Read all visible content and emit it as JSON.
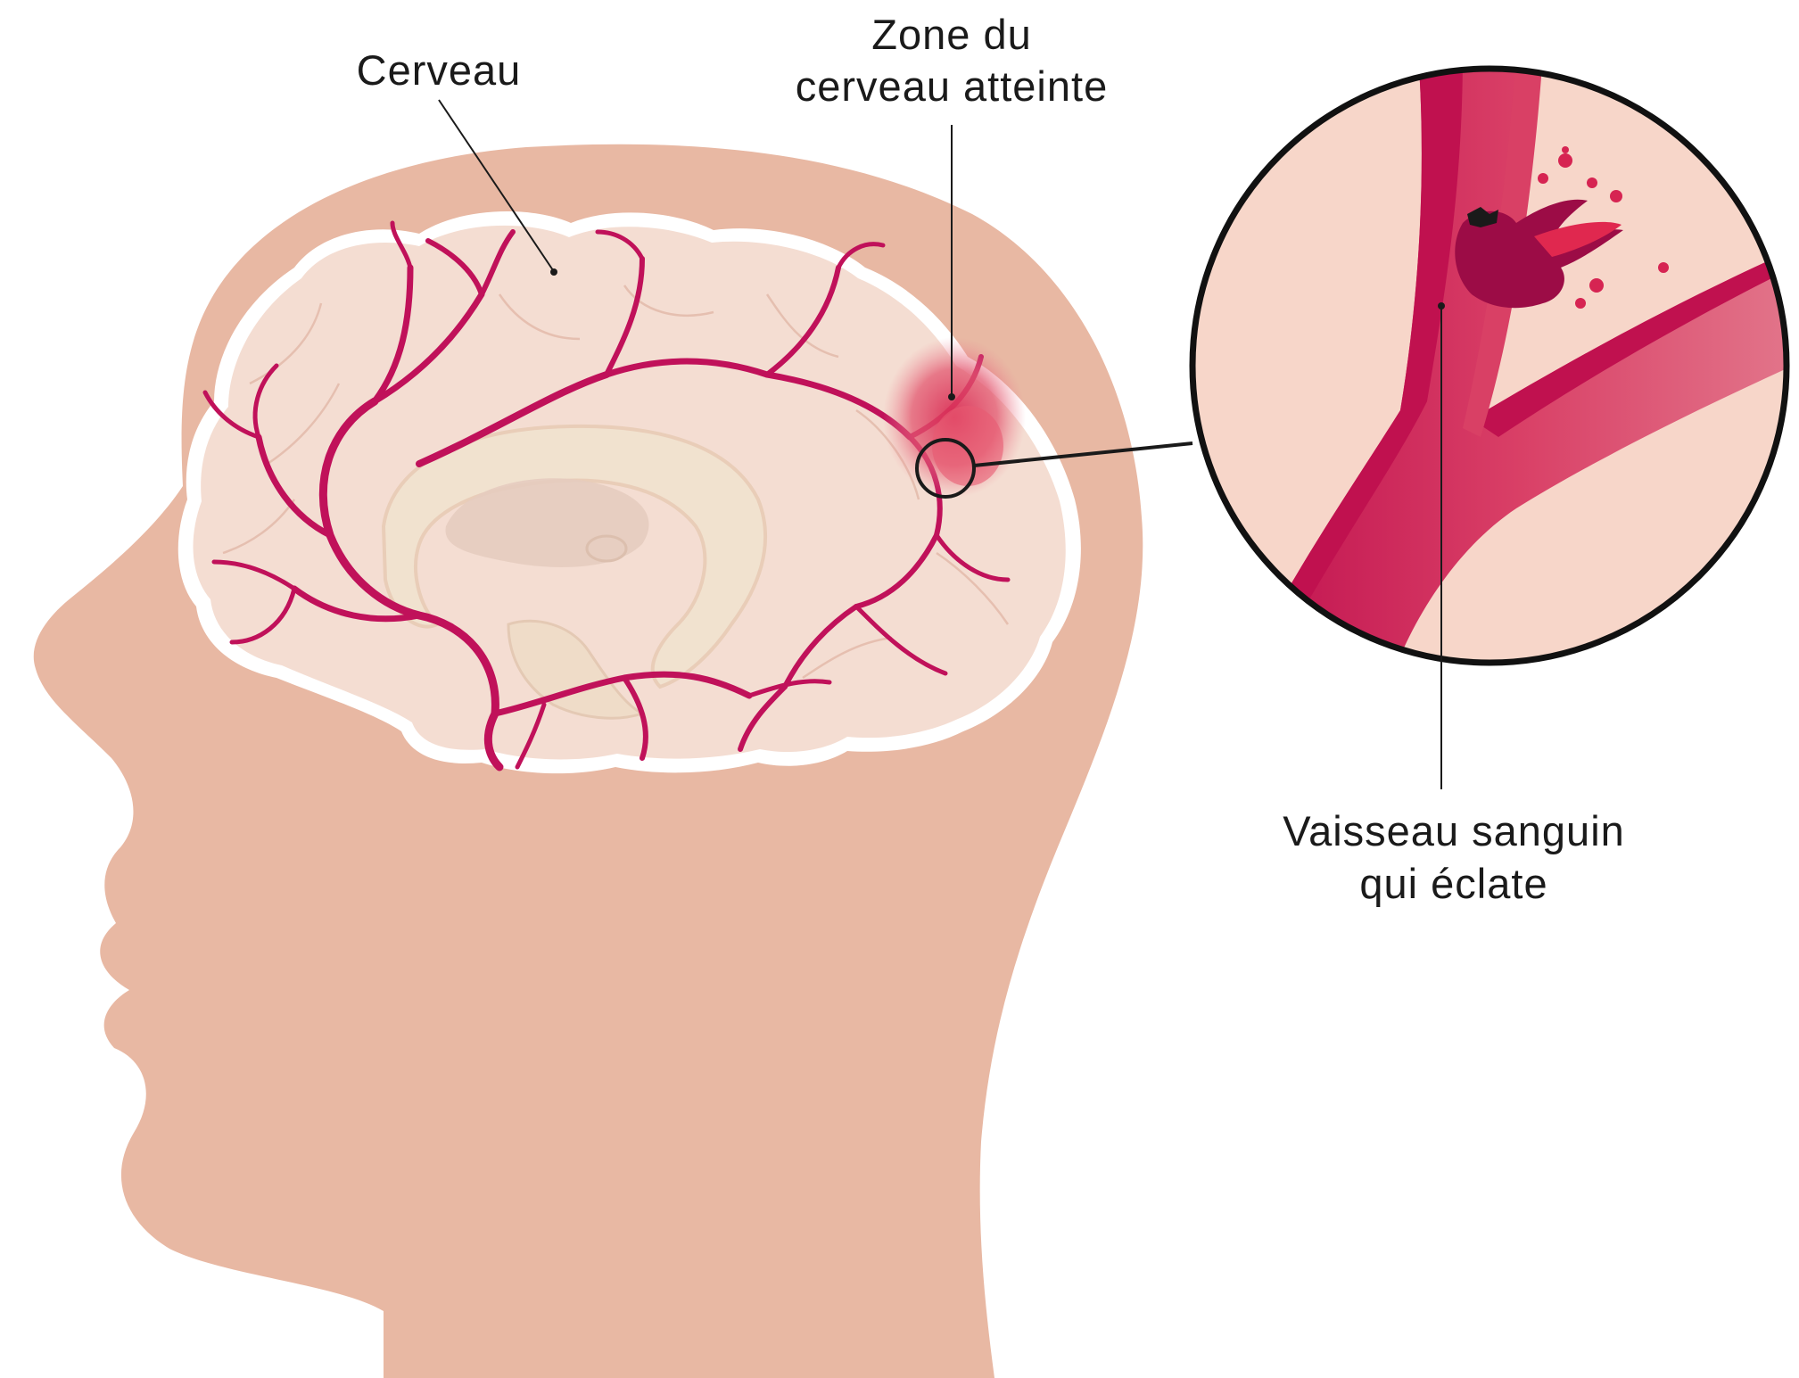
{
  "labels": {
    "brain": "Cerveau",
    "zone_line1": "Zone du",
    "zone_line2": "cerveau atteinte",
    "vessel_line1": "Vaisseau sanguin",
    "vessel_line2": "qui éclate"
  },
  "colors": {
    "skin": "#e8b8a3",
    "brain_fill": "#f4ddd2",
    "brain_outline": "#ffffff",
    "vessel": "#c0115a",
    "affected_zone": "#e0405e",
    "zoom_background": "#f7d6c9"
  }
}
